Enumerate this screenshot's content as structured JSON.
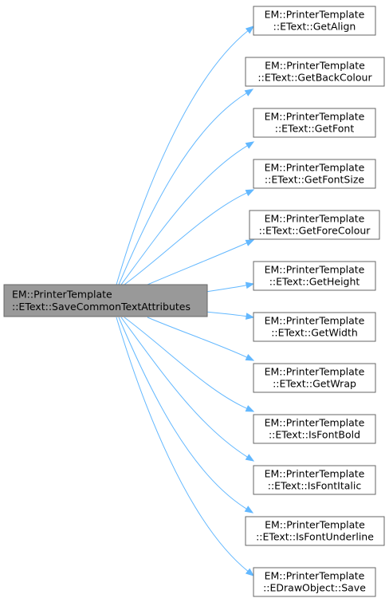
{
  "root": {
    "line1": "EM::PrinterTemplate",
    "line2": "::EText::SaveCommonTextAttributes"
  },
  "callees": [
    {
      "line1": "EM::PrinterTemplate",
      "line2": "::EText::GetAlign"
    },
    {
      "line1": "EM::PrinterTemplate",
      "line2": "::EText::GetBackColour"
    },
    {
      "line1": "EM::PrinterTemplate",
      "line2": "::EText::GetFont"
    },
    {
      "line1": "EM::PrinterTemplate",
      "line2": "::EText::GetFontSize"
    },
    {
      "line1": "EM::PrinterTemplate",
      "line2": "::EText::GetForeColour"
    },
    {
      "line1": "EM::PrinterTemplate",
      "line2": "::EText::GetHeight"
    },
    {
      "line1": "EM::PrinterTemplate",
      "line2": "::EText::GetWidth"
    },
    {
      "line1": "EM::PrinterTemplate",
      "line2": "::EText::GetWrap"
    },
    {
      "line1": "EM::PrinterTemplate",
      "line2": "::EText::IsFontBold"
    },
    {
      "line1": "EM::PrinterTemplate",
      "line2": "::EText::IsFontItalic"
    },
    {
      "line1": "EM::PrinterTemplate",
      "line2": "::EText::IsFontUnderline"
    },
    {
      "line1": "EM::PrinterTemplate",
      "line2": "::EDrawObject::Save"
    }
  ],
  "colors": {
    "root_fill": "#999999",
    "node_fill": "#ffffff",
    "border": "#666666",
    "edge": "#63b8ff"
  }
}
